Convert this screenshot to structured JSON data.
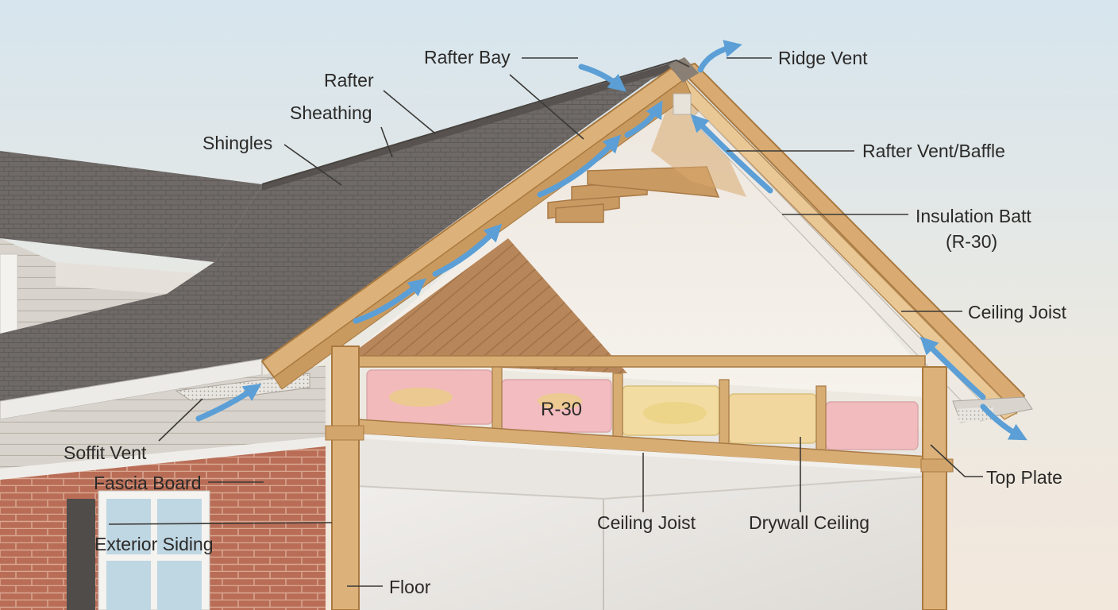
{
  "labels": {
    "rafter_bay": "Rafter Bay",
    "ridge_vent": "Ridge Vent",
    "rafter": "Rafter",
    "sheathing": "Sheathing",
    "shingles": "Shingles",
    "rafter_vent_baffle": "Rafter Vent/Baffle",
    "insulation_batt_line1": "Insulation Batt",
    "insulation_batt_line2": "(R-30)",
    "ceiling_joist_right": "Ceiling Joist",
    "r30": "R-30",
    "soffit_vent": "Soffit Vent",
    "fascia_board": "Fascia Board",
    "exterior_siding": "Exterior Siding",
    "top_plate": "Top Plate",
    "ceiling_joist_bottom": "Ceiling Joist",
    "drywall_ceiling": "Drywall Ceiling",
    "floor": "Floor"
  },
  "colors": {
    "airflow_arrow": "#5b9fd6",
    "insulation_pink": "#f2b8ba",
    "insulation_yellow": "#f2dca0",
    "lumber": "#dcb27a",
    "shingles": "#6e6966",
    "brick": "#b86a55",
    "sky": "#d8e6ee"
  }
}
